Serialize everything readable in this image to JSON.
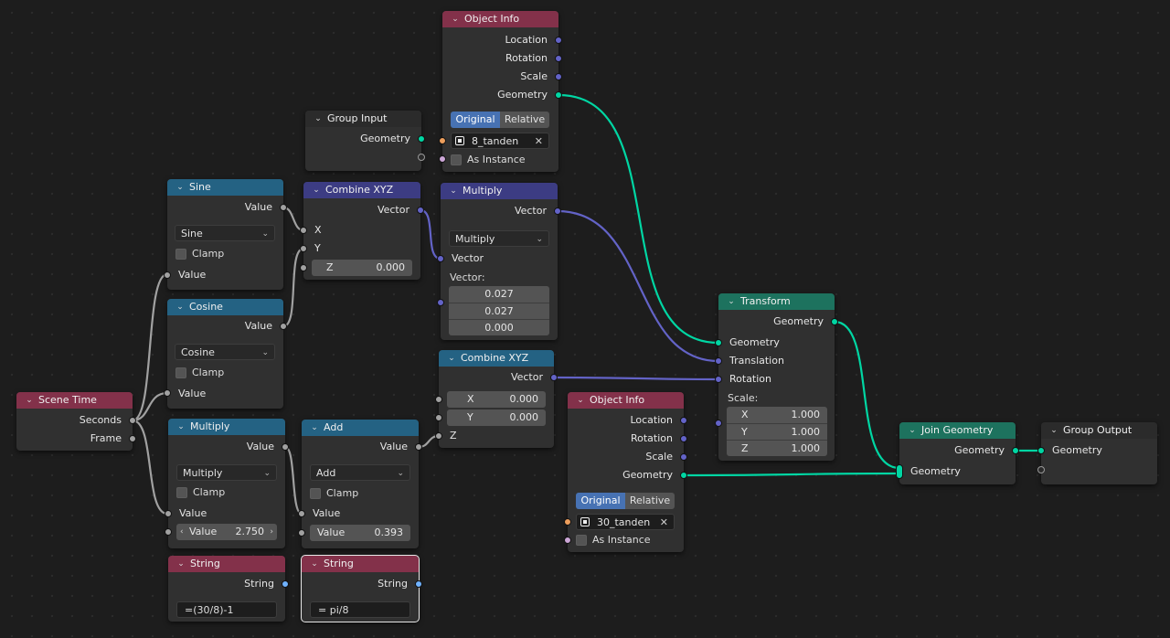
{
  "colors": {
    "input_header": "#83314a",
    "converter_header": "#246283",
    "vector_header": "#3c3c83",
    "geometry_header": "#1d725e",
    "socket_geometry": "#00d6a3",
    "socket_vector": "#6363c7",
    "socket_float": "#a1a1a1",
    "socket_object": "#ed9e5c",
    "socket_string": "#70b2ff",
    "selected_button": "#4772b3"
  },
  "scene_time": {
    "title": "Scene Time",
    "out_seconds": "Seconds",
    "out_frame": "Frame"
  },
  "sine": {
    "title": "Sine",
    "out_value": "Value",
    "operation": "Sine",
    "clamp": "Clamp",
    "in_value": "Value"
  },
  "cosine": {
    "title": "Cosine",
    "out_value": "Value",
    "operation": "Cosine",
    "clamp": "Clamp",
    "in_value": "Value"
  },
  "multiply_math": {
    "title": "Multiply",
    "out_value": "Value",
    "operation": "Multiply",
    "clamp": "Clamp",
    "in_value": "Value",
    "field_label": "Value",
    "field_value": "2.750"
  },
  "add_math": {
    "title": "Add",
    "out_value": "Value",
    "operation": "Add",
    "clamp": "Clamp",
    "in_value": "Value",
    "field_label": "Value",
    "field_value": "0.393"
  },
  "string1": {
    "title": "String",
    "out": "String",
    "value": "=(30/8)-1"
  },
  "string2": {
    "title": "String",
    "out": "String",
    "value": "= pi/8"
  },
  "group_input": {
    "title": "Group Input",
    "out_geometry": "Geometry"
  },
  "combine_xyz1": {
    "title": "Combine XYZ",
    "out_vector": "Vector",
    "in_x": "X",
    "in_y": "Y",
    "z_label": "Z",
    "z_value": "0.000"
  },
  "combine_xyz2": {
    "title": "Combine XYZ",
    "out_vector": "Vector",
    "x_label": "X",
    "x_value": "0.000",
    "y_label": "Y",
    "y_value": "0.000",
    "in_z": "Z"
  },
  "object_info1": {
    "title": "Object Info",
    "out_location": "Location",
    "out_rotation": "Rotation",
    "out_scale": "Scale",
    "out_geometry": "Geometry",
    "opt_original": "Original",
    "opt_relative": "Relative",
    "object": "8_tanden",
    "as_instance": "As Instance"
  },
  "object_info2": {
    "title": "Object Info",
    "out_location": "Location",
    "out_rotation": "Rotation",
    "out_scale": "Scale",
    "out_geometry": "Geometry",
    "opt_original": "Original",
    "opt_relative": "Relative",
    "object": "30_tanden",
    "as_instance": "As Instance"
  },
  "vector_multiply": {
    "title": "Multiply",
    "out_vector": "Vector",
    "operation": "Multiply",
    "in_vector": "Vector",
    "vector_label": "Vector:",
    "v1": "0.027",
    "v2": "0.027",
    "v3": "0.000"
  },
  "transform": {
    "title": "Transform",
    "out_geometry": "Geometry",
    "in_geometry": "Geometry",
    "in_translation": "Translation",
    "in_rotation": "Rotation",
    "scale_label": "Scale:",
    "sx_label": "X",
    "sx": "1.000",
    "sy_label": "Y",
    "sy": "1.000",
    "sz_label": "Z",
    "sz": "1.000"
  },
  "join_geometry": {
    "title": "Join Geometry",
    "out_geometry": "Geometry",
    "in_geometry": "Geometry"
  },
  "group_output": {
    "title": "Group Output",
    "in_geometry": "Geometry"
  }
}
